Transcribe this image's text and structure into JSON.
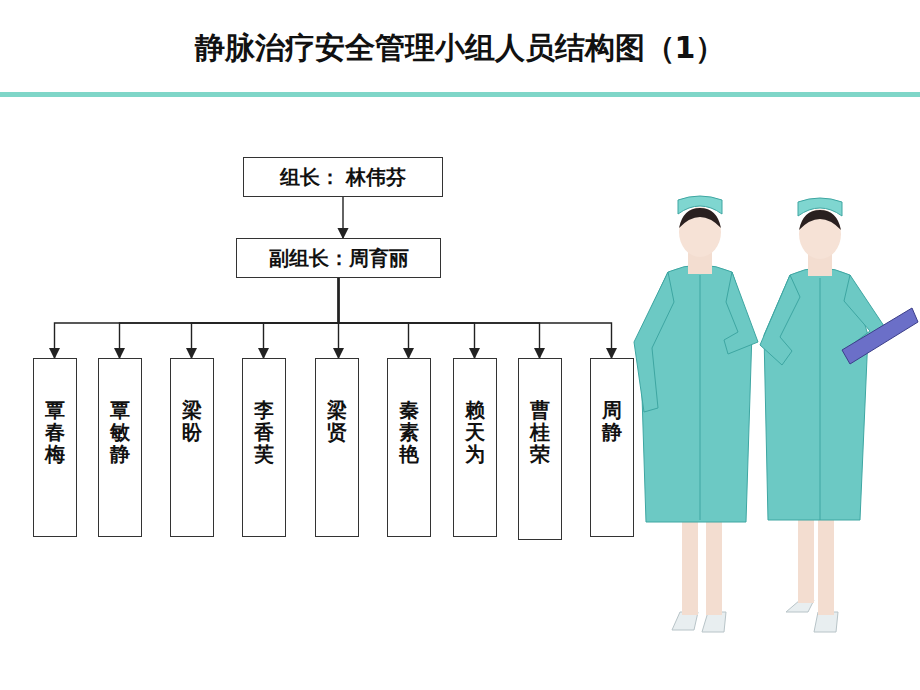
{
  "diagram": {
    "title": "静脉治疗安全管理小组人员结构图（1）",
    "nodes": [
      {
        "text": [
          "组长： 林伟芬"
        ]
      },
      {
        "text": [
          "副组长：周育丽"
        ]
      },
      {
        "text": [
          "覃春梅"
        ]
      },
      {
        "text": [
          "覃敏静"
        ]
      },
      {
        "text": [
          "梁盼"
        ]
      },
      {
        "text": [
          "李香芙"
        ]
      },
      {
        "text": [
          "梁贤"
        ]
      },
      {
        "text": [
          "秦素艳"
        ]
      },
      {
        "text": [
          "赖天为"
        ]
      },
      {
        "text": [
          "曹桂荣"
        ]
      },
      {
        "text": [
          "周静"
        ]
      }
    ],
    "edges": [
      {
        "from": 0,
        "to": 1,
        "arrow": "to"
      },
      {
        "from": 1,
        "to": 2,
        "arrow": "to"
      },
      {
        "from": 1,
        "to": 3,
        "arrow": "to"
      },
      {
        "from": 1,
        "to": 4,
        "arrow": "to"
      },
      {
        "from": 1,
        "to": 5,
        "arrow": "to"
      },
      {
        "from": 1,
        "to": 6,
        "arrow": "to"
      },
      {
        "from": 1,
        "to": 7,
        "arrow": "to"
      },
      {
        "from": 1,
        "to": 8,
        "arrow": "to"
      },
      {
        "from": 1,
        "to": 9,
        "arrow": "to"
      },
      {
        "from": 1,
        "to": 10,
        "arrow": "to"
      }
    ]
  }
}
